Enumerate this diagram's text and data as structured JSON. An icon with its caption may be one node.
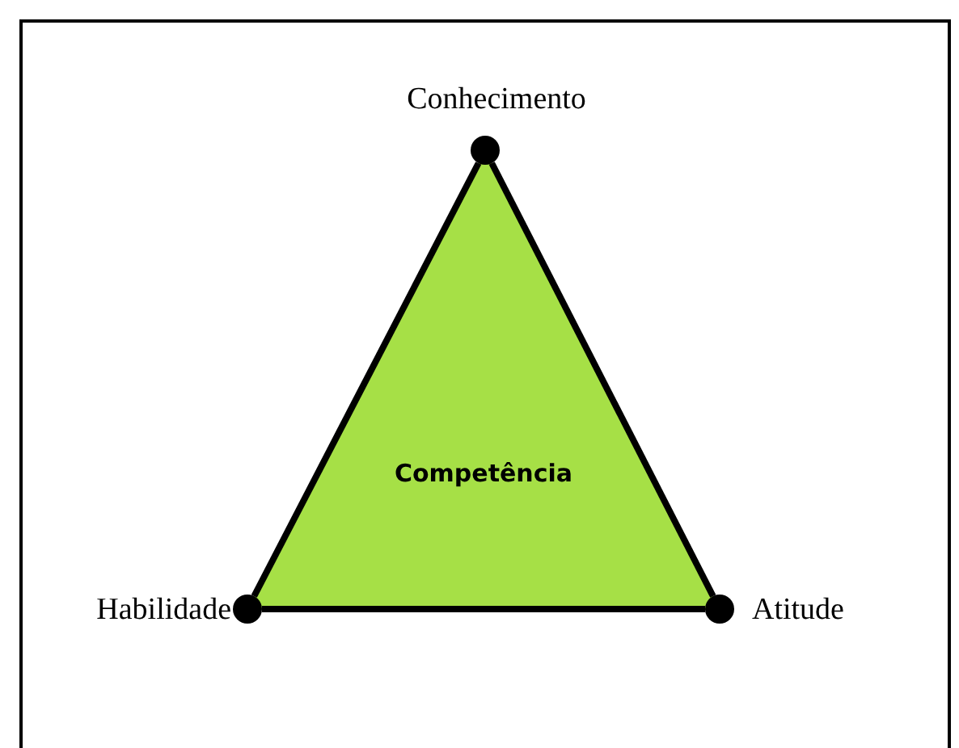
{
  "diagram": {
    "nodes": [
      {
        "text": [],
        "shape": "circle",
        "beside": [
          "Conhecimento"
        ]
      },
      {
        "text": [],
        "shape": "circle",
        "beside": [
          "Habilidade"
        ]
      },
      {
        "text": [],
        "shape": "circle",
        "beside": [
          "Atitude"
        ]
      },
      {
        "text": [
          "Competência"
        ]
      }
    ],
    "edges": [
      {
        "from": 0,
        "to": 1,
        "arrow": "none"
      },
      {
        "from": 1,
        "to": 2,
        "arrow": "none"
      },
      {
        "from": 2,
        "to": 0,
        "arrow": "none"
      }
    ]
  }
}
